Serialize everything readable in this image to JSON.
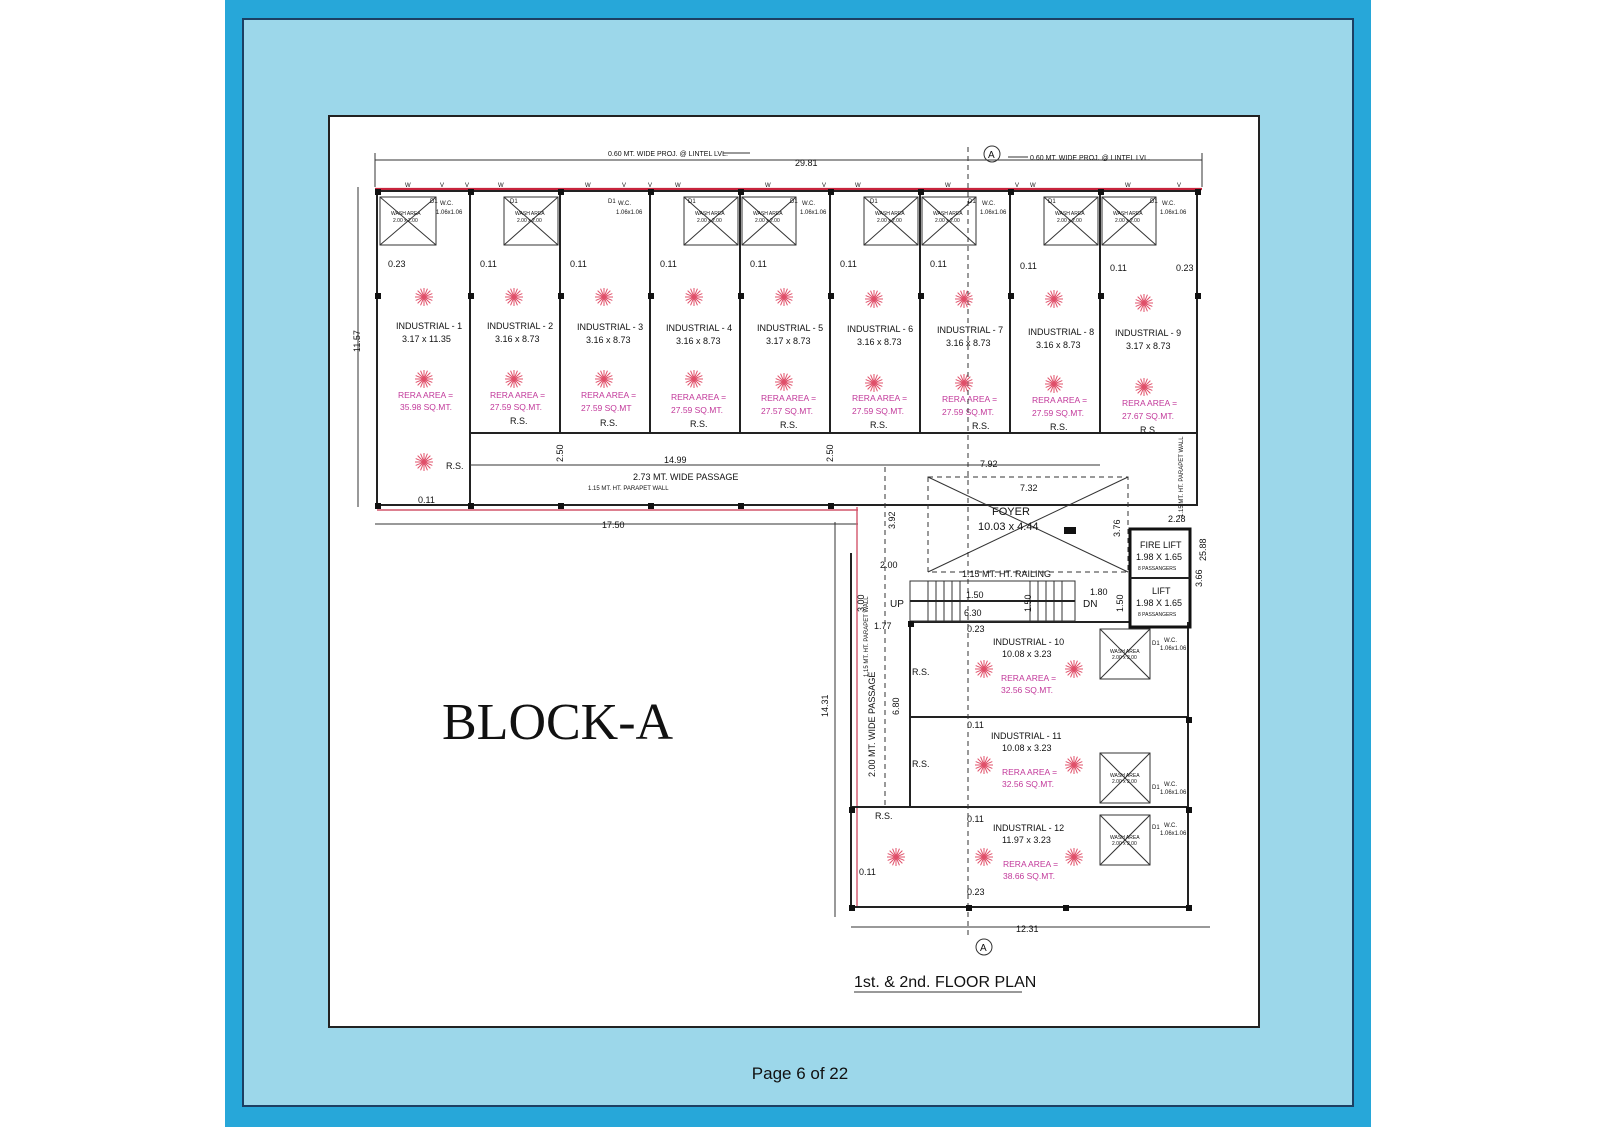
{
  "plan": {
    "block_name": "BLOCK-A",
    "title": "1st. & 2nd. FLOOR PLAN",
    "grid_label": "A",
    "projection_left": "0.60 MT. WIDE PROJ. @ LINTEL LVL.",
    "projection_right": "0.60 MT. WIDE PROJ. @ LINTEL LVL.",
    "overall_width": "29.81",
    "left_height": "11.57",
    "right_height": "25.88",
    "bottom_width": "17.50",
    "lower_width": "12.31",
    "lower_height": "14.31",
    "passage_length": "14.99",
    "passage_label": "2.73 MT. WIDE PASSAGE",
    "passage_depth_1": "2.50",
    "passage_depth_2": "2.50",
    "parapet_bottom": "1.15 MT. HT. PARAPET WALL",
    "parapet_right": "1.15 MT. HT. PARAPET WALL",
    "parapet_vertical": "1.15 MT. HT. PARAPET WALL",
    "foyer_width": "7.92",
    "foyer_inner": "7.32",
    "foyer_name": "FOYER",
    "foyer_size": "10.03 x 4.44",
    "foyer_depth": "3.92",
    "foyer_side": "3.76",
    "lift_width": "2.28",
    "lift_height": "3.66",
    "fire_lift_name": "FIRE LIFT",
    "fire_lift_size": "1.98 X 1.65",
    "lift_name": "LIFT",
    "lift_size": "1.98 X 1.65",
    "passengers": "8 PASSANGERS",
    "railing": "1.15 MT. HT. RAILING",
    "stair_up": "UP",
    "stair_dn": "DN",
    "stair_2_00": "2.00",
    "stair_3_00": "3.00",
    "stair_1_77": "1.77",
    "stair_1_50a": "1.50",
    "stair_1_50b": "1.50",
    "stair_1_50c": "1.50",
    "stair_6_30": "6.30",
    "stair_1_80": "1.80",
    "side_passage_label": "2.00 MT. WIDE PASSAGE",
    "side_passage_len": "6.80",
    "wall_023": "0.23",
    "wall_011": "0.11",
    "rs": "R.S.",
    "w": "W",
    "v": "V",
    "d1": "D1",
    "wc": "W.C.",
    "wc_size": "1.06x1.06",
    "wash_area": "WASH AREA",
    "wash_size": "2.00 x 2.00",
    "units_top": [
      {
        "name": "INDUSTRIAL - 1",
        "size": "3.17 x 11.35",
        "rera1": "RERA AREA =",
        "rera2": "35.98 SQ.MT."
      },
      {
        "name": "INDUSTRIAL - 2",
        "size": "3.16 x 8.73",
        "rera1": "RERA AREA =",
        "rera2": "27.59 SQ.MT."
      },
      {
        "name": "INDUSTRIAL - 3",
        "size": "3.16 x 8.73",
        "rera1": "RERA AREA =",
        "rera2": "27.59 SQ.MT"
      },
      {
        "name": "INDUSTRIAL - 4",
        "size": "3.16 x 8.73",
        "rera1": "RERA AREA =",
        "rera2": "27.59 SQ.MT."
      },
      {
        "name": "INDUSTRIAL - 5",
        "size": "3.17 x 8.73",
        "rera1": "RERA AREA =",
        "rera2": "27.57 SQ.MT."
      },
      {
        "name": "INDUSTRIAL - 6",
        "size": "3.16 x 8.73",
        "rera1": "RERA AREA =",
        "rera2": "27.59 SQ.MT."
      },
      {
        "name": "INDUSTRIAL - 7",
        "size": "3.16 x 8.73",
        "rera1": "RERA AREA =",
        "rera2": "27.59 SQ.MT."
      },
      {
        "name": "INDUSTRIAL - 8",
        "size": "3.16 x 8.73",
        "rera1": "RERA AREA =",
        "rera2": "27.59 SQ.MT."
      },
      {
        "name": "INDUSTRIAL - 9",
        "size": "3.17 x 8.73",
        "rera1": "RERA AREA =",
        "rera2": "27.67 SQ.MT."
      }
    ],
    "units_right": [
      {
        "name": "INDUSTRIAL - 10",
        "size": "10.08 x 3.23",
        "rera1": "RERA AREA =",
        "rera2": "32.56 SQ.MT."
      },
      {
        "name": "INDUSTRIAL - 11",
        "size": "10.08 x 3.23",
        "rera1": "RERA AREA =",
        "rera2": "32.56 SQ.MT."
      },
      {
        "name": "INDUSTRIAL - 12",
        "size": "11.97 x 3.23",
        "rera1": "RERA AREA =",
        "rera2": "38.66 SQ.MT."
      }
    ]
  },
  "footer": {
    "page_label": "Page 6 of 22"
  }
}
